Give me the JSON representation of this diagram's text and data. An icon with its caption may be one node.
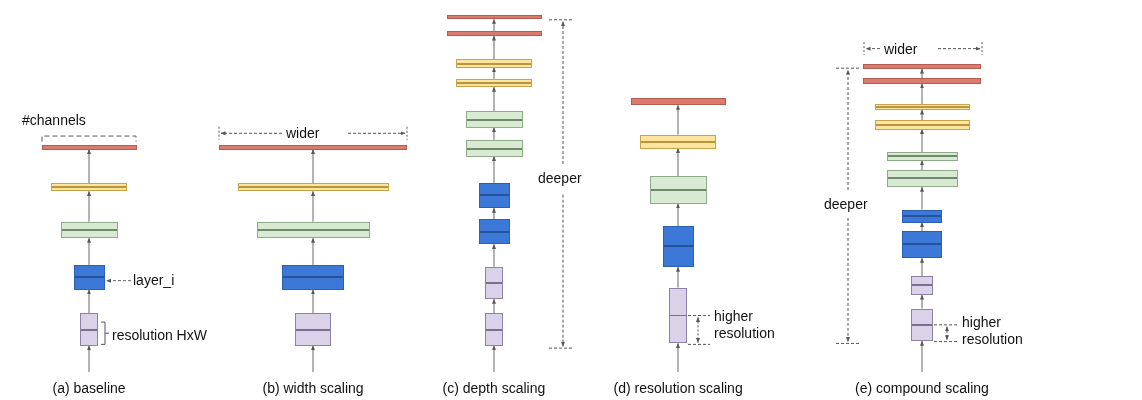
{
  "diagram": {
    "nodes": [
      {
        "text": [],
        "shape": "bar"
      },
      {
        "text": [],
        "shape": "box"
      },
      {
        "text": [],
        "shape": "box"
      },
      {
        "text": [],
        "shape": "box"
      },
      {
        "text": [],
        "shape": "box"
      },
      {
        "text": [
          "layer_i"
        ]
      },
      {
        "text": [],
        "shape": "bar"
      },
      {
        "text": [],
        "shape": "box"
      },
      {
        "text": [],
        "shape": "box"
      },
      {
        "text": [],
        "shape": "box"
      },
      {
        "text": [],
        "shape": "box"
      },
      {
        "text": [],
        "shape": "bar"
      },
      {
        "text": [],
        "shape": "bar"
      },
      {
        "text": [],
        "shape": "box"
      },
      {
        "text": [],
        "shape": "box"
      },
      {
        "text": [],
        "shape": "box"
      },
      {
        "text": [],
        "shape": "box"
      },
      {
        "text": [],
        "shape": "box"
      },
      {
        "text": [],
        "shape": "box"
      },
      {
        "text": [],
        "shape": "box"
      },
      {
        "text": [],
        "shape": "box"
      },
      {
        "text": [],
        "shape": "bar"
      },
      {
        "text": [],
        "shape": "box"
      },
      {
        "text": [],
        "shape": "box"
      },
      {
        "text": [],
        "shape": "box"
      },
      {
        "text": [],
        "shape": "box"
      },
      {
        "text": [],
        "shape": "bar"
      },
      {
        "text": [],
        "shape": "bar"
      },
      {
        "text": [],
        "shape": "box"
      },
      {
        "text": [],
        "shape": "box"
      },
      {
        "text": [],
        "shape": "box"
      },
      {
        "text": [],
        "shape": "box"
      },
      {
        "text": [],
        "shape": "box"
      },
      {
        "text": [],
        "shape": "box"
      },
      {
        "text": [],
        "shape": "box"
      },
      {
        "text": [],
        "shape": "box"
      }
    ],
    "edges": [
      {
        "from": null,
        "to": 4,
        "arrow": "to"
      },
      {
        "from": 4,
        "to": 3,
        "arrow": "to"
      },
      {
        "from": 3,
        "to": 2,
        "arrow": "to"
      },
      {
        "from": 2,
        "to": 1,
        "arrow": "to"
      },
      {
        "from": 1,
        "to": 0,
        "arrow": "to"
      },
      {
        "from": 5,
        "to": 3,
        "arrow": "to",
        "style": "dashed"
      },
      {
        "from": null,
        "to": 10,
        "arrow": "to"
      },
      {
        "from": 10,
        "to": 9,
        "arrow": "to"
      },
      {
        "from": 9,
        "to": 8,
        "arrow": "to"
      },
      {
        "from": 8,
        "to": 7,
        "arrow": "to"
      },
      {
        "from": 7,
        "to": 6,
        "arrow": "to"
      },
      {
        "from": null,
        "to": 20,
        "arrow": "to"
      },
      {
        "from": 20,
        "to": 19,
        "arrow": "to"
      },
      {
        "from": 19,
        "to": 18,
        "arrow": "to"
      },
      {
        "from": 18,
        "to": 17,
        "arrow": "to"
      },
      {
        "from": 17,
        "to": 16,
        "arrow": "to"
      },
      {
        "from": 16,
        "to": 15,
        "arrow": "to"
      },
      {
        "from": 15,
        "to": 14,
        "arrow": "to"
      },
      {
        "from": 14,
        "to": 13,
        "arrow": "to"
      },
      {
        "from": 13,
        "to": 12,
        "arrow": "to"
      },
      {
        "from": 12,
        "to": 11,
        "arrow": "to"
      },
      {
        "from": null,
        "to": 25,
        "arrow": "to"
      },
      {
        "from": 25,
        "to": 24,
        "arrow": "to"
      },
      {
        "from": 24,
        "to": 23,
        "arrow": "to"
      },
      {
        "from": 23,
        "to": 22,
        "arrow": "to"
      },
      {
        "from": 22,
        "to": 21,
        "arrow": "to"
      },
      {
        "from": null,
        "to": 35,
        "arrow": "to"
      },
      {
        "from": 35,
        "to": 34,
        "arrow": "to"
      },
      {
        "from": 34,
        "to": 33,
        "arrow": "to"
      },
      {
        "from": 33,
        "to": 32,
        "arrow": "to"
      },
      {
        "from": 32,
        "to": 31,
        "arrow": "to"
      },
      {
        "from": 31,
        "to": 30,
        "arrow": "to"
      },
      {
        "from": 30,
        "to": 29,
        "arrow": "to"
      },
      {
        "from": 29,
        "to": 28,
        "arrow": "to"
      },
      {
        "from": 28,
        "to": 27,
        "arrow": "to"
      },
      {
        "from": 27,
        "to": 26,
        "arrow": "to"
      }
    ],
    "labels": [
      "#channels",
      "resolution HxW",
      "wider",
      "deeper",
      "higher resolution",
      "wider",
      "deeper",
      "higher resolution",
      "(a) baseline",
      "(b) width scaling",
      "(c) depth scaling",
      "(d) resolution scaling",
      "(e) compound scaling"
    ]
  }
}
